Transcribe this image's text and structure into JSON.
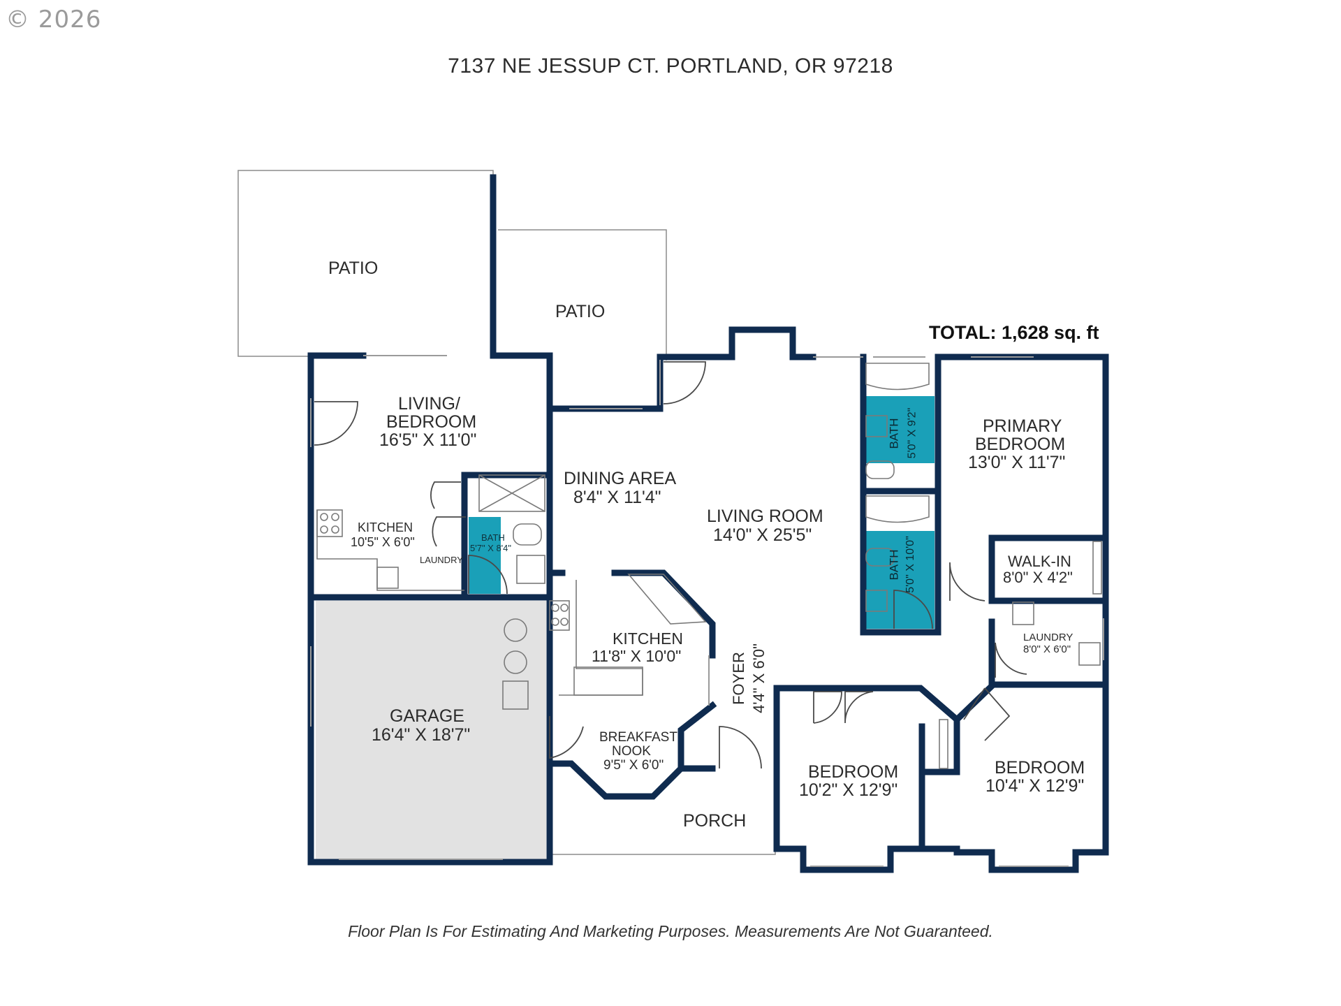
{
  "copyright": "© 2026",
  "address": "7137 NE JESSUP CT. PORTLAND, OR 97218",
  "total": "TOTAL: 1,628 sq. ft",
  "disclaimer": "Floor Plan Is For Estimating And Marketing Purposes. Measurements Are Not Guaranteed.",
  "colors": {
    "wall": "#0f2b4f",
    "bath": "#1aa0b8",
    "garage": "#e2e2e2",
    "outline": "#8c8c8c",
    "fixture": "#7a7a7a"
  },
  "rooms": {
    "patio_left": {
      "name": "PATIO"
    },
    "patio_right": {
      "name": "PATIO"
    },
    "living_bedroom": {
      "name1": "LIVING/",
      "name2": "BEDROOM",
      "dim": "16'5\" X 11'0\""
    },
    "kitchen_small": {
      "name": "KITCHEN",
      "dim": "10'5\" X 6'0\""
    },
    "laundry_small": {
      "name": "LAUNDRY"
    },
    "bath_small": {
      "name": "BATH",
      "dim": "5'7\" X 8'4\""
    },
    "dining": {
      "name": "DINING AREA",
      "dim": "8'4\" X 11'4\""
    },
    "living_room": {
      "name": "LIVING ROOM",
      "dim": "14'0\" X 25'5\""
    },
    "bath_upper": {
      "name": "BATH",
      "dim": "5'0\" X 9'2\""
    },
    "bath_lower": {
      "name": "BATH",
      "dim": "5'0\" X 10'0\""
    },
    "primary_bedroom": {
      "name1": "PRIMARY",
      "name2": "BEDROOM",
      "dim": "13'0\" X 11'7\""
    },
    "walk_in": {
      "name": "WALK-IN",
      "dim": "8'0\" X 4'2\""
    },
    "laundry": {
      "name": "LAUNDRY",
      "dim": "8'0\" X 6'0\""
    },
    "garage": {
      "name": "GARAGE",
      "dim": "16'4\" X 18'7\""
    },
    "kitchen": {
      "name": "KITCHEN",
      "dim": "11'8\" X 10'0\""
    },
    "breakfast_nook": {
      "name1": "BREAKFAST",
      "name2": "NOOK",
      "dim": "9'5\" X 6'0\""
    },
    "foyer": {
      "name": "FOYER",
      "dim": "4'4\" X 6'0\""
    },
    "porch": {
      "name": "PORCH"
    },
    "bedroom_mid": {
      "name": "BEDROOM",
      "dim": "10'2\" X 12'9\""
    },
    "bedroom_right": {
      "name": "BEDROOM",
      "dim": "10'4\" X 12'9\""
    }
  }
}
